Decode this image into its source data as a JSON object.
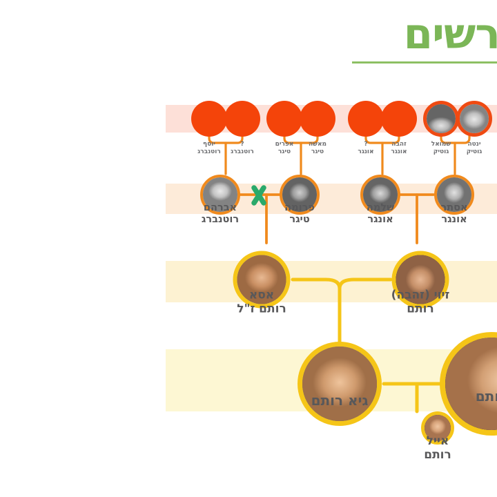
{
  "header": {
    "title": "רשים",
    "title_color": "#7bb657"
  },
  "colors": {
    "gen1_ring": "#ef4a12",
    "gen1_fill": "#f4440a",
    "gen2_ring": "#f08a1d",
    "gen3_ring": "#f5c518",
    "gen4_ring": "#f5c518",
    "connector_orange": "#f08a1d",
    "connector_gold": "#f5c518",
    "divorce_marker": "#2aa96a",
    "label_text": "#58585a",
    "band1": "#fde0d8",
    "band2": "#fdebd9",
    "band3": "#fdf2d2",
    "band4": "#fdf7d3"
  },
  "generation1": [
    {
      "name": "יוסף\nרוטנברג",
      "line1": "יוסף",
      "line2": "רוטנברג",
      "has_photo": false
    },
    {
      "name": "? רוטנברג",
      "line1": "?",
      "line2": "רוטנברג",
      "has_photo": false
    },
    {
      "name": "אפרים טיגר",
      "line1": "אפרים",
      "line2": "טיגר",
      "has_photo": false
    },
    {
      "name": "מאשה טיגר",
      "line1": "מאשה",
      "line2": "טיגר",
      "has_photo": false
    },
    {
      "name": "? אונגר",
      "line1": "?",
      "line2": "אונגר",
      "has_photo": false
    },
    {
      "name": "זהבה אונגר",
      "line1": "זהבה",
      "line2": "אונגר",
      "has_photo": false
    },
    {
      "name": "שמואל גוטיק",
      "line1": "שמואל",
      "line2": "גוטיק",
      "has_photo": true
    },
    {
      "name": "ינטה גוטיק",
      "line1": "ינטה",
      "line2": "גוטיק",
      "has_photo": true
    }
  ],
  "generation2": [
    {
      "name": "אברהם רוטנברג",
      "line1": "אברהם",
      "line2": "רוטנברג",
      "has_photo": true
    },
    {
      "name": "פרומה טיגר",
      "line1": "פרומה",
      "line2": "טיגר",
      "has_photo": true
    },
    {
      "name": "שלמה אונגר",
      "line1": "שלמה",
      "line2": "אונגר",
      "has_photo": true
    },
    {
      "name": "אסתר אונגר",
      "line1": "אסתר",
      "line2": "אונגר",
      "has_photo": true
    }
  ],
  "generation3": [
    {
      "name": "אסא רותם ז\"ל",
      "line1": "אסא",
      "line2": "רותם ז\"ל",
      "has_photo": true
    },
    {
      "name": "זיוי (זהבה) רותם",
      "line1": "זיוי (זהבה)",
      "line2": "רותם",
      "has_photo": true
    }
  ],
  "generation4": [
    {
      "name": "גיא רותם",
      "line1": "גיא רותם",
      "line2": "",
      "has_photo": true
    },
    {
      "name": "רותם",
      "line1": "רותם",
      "line2": "",
      "has_photo": true,
      "cropped": true
    },
    {
      "name": "אייל רותם",
      "line1": "אייל",
      "line2": "רותם",
      "has_photo": true
    }
  ],
  "markers": {
    "divorce_symbol": "divorce-x-marker"
  }
}
